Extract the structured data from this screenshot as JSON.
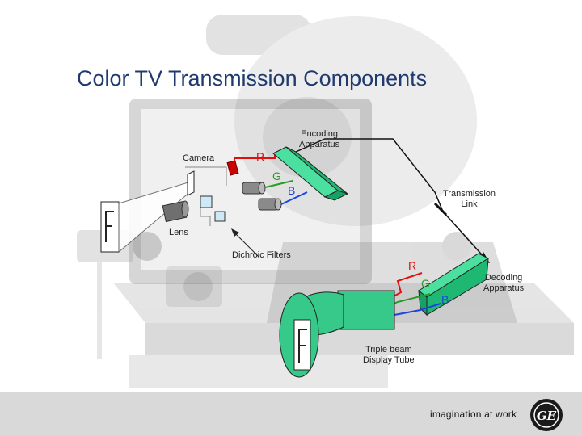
{
  "slide": {
    "title": "Color TV Transmission Components"
  },
  "labels": {
    "camera": "Camera",
    "encoding": [
      "Encoding",
      "Apparatus"
    ],
    "transmission": [
      "Transmission",
      "Link"
    ],
    "lens": "Lens",
    "dichroic": "Dichroic Filters",
    "decoding": [
      "Decoding",
      "Apparatus"
    ],
    "display": [
      "Triple beam",
      "Display Tube"
    ]
  },
  "channels": {
    "top": {
      "r": "R",
      "g": "G",
      "b": "B"
    },
    "bottom": {
      "r": "R",
      "g": "G",
      "b": "B"
    }
  },
  "colors": {
    "title": "#1f3a6e",
    "red": "#e01010",
    "green": "#2a9a2a",
    "blue": "#1a44e0",
    "apparatus": "#2fcf85",
    "tube": "#36c989"
  },
  "footer": {
    "slogan": "imagination at work",
    "logo_text": "GE"
  }
}
